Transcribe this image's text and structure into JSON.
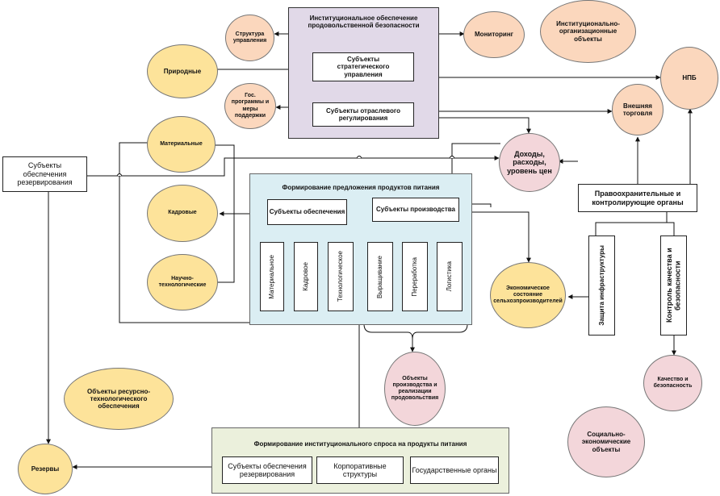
{
  "institutional": {
    "title": "Институциональное обеспечение продовольственной безопасности",
    "strategic": "Субъекты стратегического управления",
    "sectoral": "Субъекты отраслевого регулирования"
  },
  "nodes": {
    "management_structure": "Структура управления",
    "monitoring": "Мониторинг",
    "inst_org_objects": "Институционально-организационные объекты",
    "natural": "Природные",
    "gov_programs": "Гос. программы и меры поддержки",
    "npb": "НПБ",
    "foreign_trade": "Внешняя торговля",
    "income": "Доходы, расходы, уровень цен",
    "material": "Материальные",
    "reserve_subjects_left": "Субъекты обеспечения резервирования",
    "personnel": "Кадровые",
    "sci_tech": "Научно-технологические",
    "law_enforcement": "Правоохранительные и контролирующие органы",
    "economic_state": "Экономическое состояние сельхозпроизводителей",
    "infra_protection": "Защита инфраструктуры",
    "quality_control": "Контроль качества и безопасности",
    "quality_safety": "Качество и безопасность",
    "resource_objects": "Объекты ресурсно-технологического обеспечения",
    "prod_objects": "Объекты производства и реализации продовольствия",
    "socio_economic": "Социально-экономические объекты",
    "reserves": "Резервы"
  },
  "supply_panel": {
    "title": "Формирование предложения продуктов питания",
    "support_subjects": "Субъекты обеспечения",
    "production_subjects": "Субъекты производства",
    "columns": [
      "Материальное",
      "Кадровое",
      "Технологическое",
      "Выращивание",
      "Переработка",
      "Логистика"
    ]
  },
  "demand_panel": {
    "title": "Формирование институционального спроса на продукты питания",
    "items": [
      "Субъекты обеспечения резервирования",
      "Корпоративные структуры",
      "Государственные органы"
    ]
  },
  "colors": {
    "ellipse_yellow": "#fde39a",
    "ellipse_peach": "#fbd7bd",
    "ellipse_pink": "#f3d6da",
    "panel_purple": "#e1d9e8",
    "panel_blue": "#dbeef3",
    "panel_green": "#ebf0dc"
  }
}
